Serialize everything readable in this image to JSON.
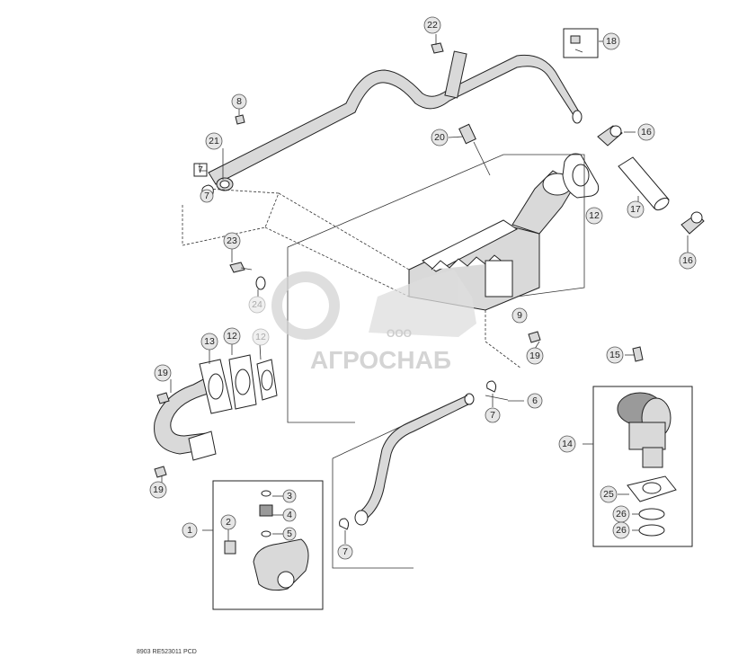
{
  "callouts": {
    "c1": "1",
    "c2": "2",
    "c3": "3",
    "c4": "4",
    "c5": "5",
    "c6": "6",
    "c7a": "7",
    "c7b": "7",
    "c7c": "7",
    "c8": "8",
    "c9": "9",
    "c12a": "12",
    "c12b": "12",
    "c12c": "12",
    "c13": "13",
    "c14": "14",
    "c15": "15",
    "c16a": "16",
    "c16b": "16",
    "c17": "17",
    "c18": "18",
    "c19a": "19",
    "c19b": "19",
    "c19c": "19",
    "c20": "20",
    "c21": "21",
    "c22": "22",
    "c23": "23",
    "c24": "24",
    "c25": "25",
    "c26a": "26",
    "c26b": "26"
  },
  "box_label_7": "7",
  "watermark": {
    "small": "ООО",
    "large": "АГРОСНАБ"
  },
  "footer": "8903  RE523011  PCD",
  "colors": {
    "line": "#222222",
    "callout_fill": "#e6e6e6",
    "watermark": "#cfcfcf"
  }
}
